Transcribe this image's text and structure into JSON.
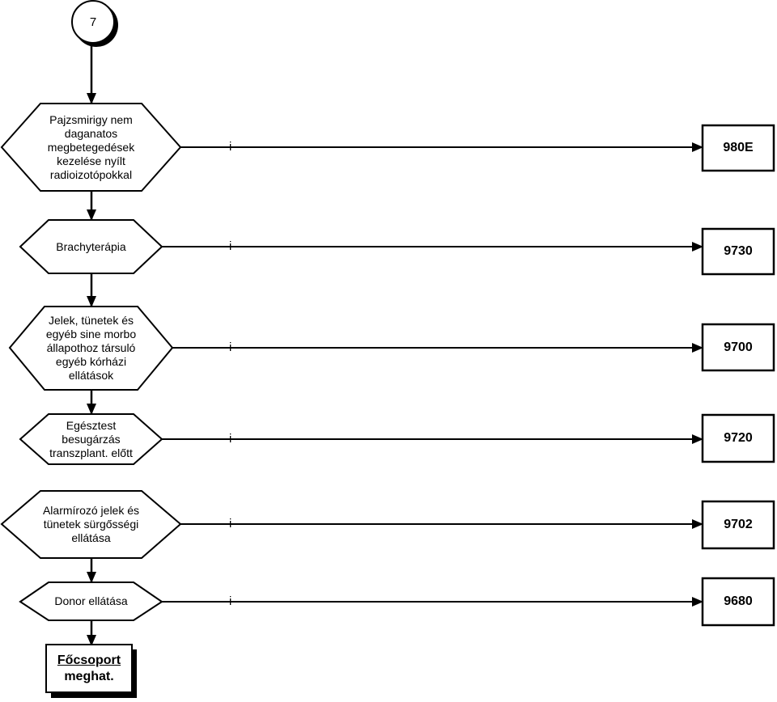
{
  "start": {
    "label": "7"
  },
  "branch_label": "i",
  "steps": [
    {
      "text": "Pajzsmirigy nem\ndaganatos\nmegbetegedések\nkezelése nyílt\nradioizotópokkal",
      "code": "980E"
    },
    {
      "text": "Brachyterápia",
      "code": "9730"
    },
    {
      "text": "Jelek, tünetek és\negyéb sine morbo\nállapothoz társuló\negyéb kórházi\nellátások",
      "code": "9700"
    },
    {
      "text": "Egésztest\nbesugárzás\ntranszplant. előtt",
      "code": "9720"
    },
    {
      "text": "Alarmírozó jelek és\ntünetek sürgősségi\nellátása",
      "code": "9702"
    },
    {
      "text": "Donor ellátása",
      "code": "9680"
    }
  ],
  "end": {
    "line1": "Főcsoport",
    "line2": "meghat."
  }
}
